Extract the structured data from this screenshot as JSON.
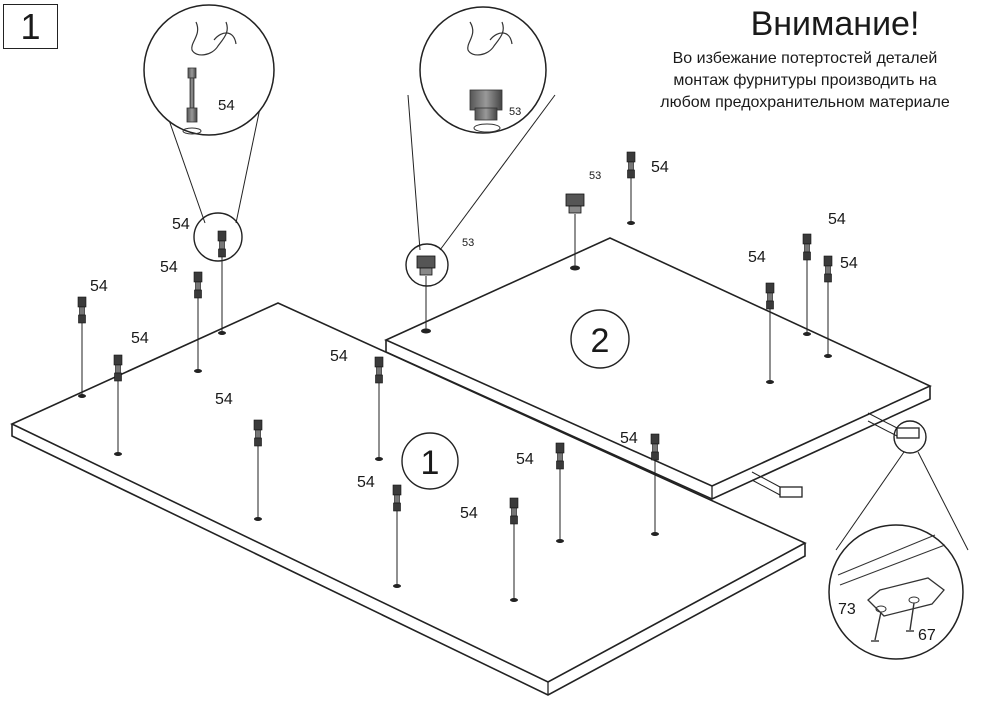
{
  "step_number": "1",
  "warning": {
    "title": "Внимание!",
    "lines": [
      "Во избежание потертостей деталей",
      "монтаж фурнитуры производить на",
      "любом предохранительном материале"
    ]
  },
  "panels": [
    {
      "label": "1"
    },
    {
      "label": "2"
    }
  ],
  "part_labels": {
    "dowel": "54",
    "cam": "53",
    "bracket": "73",
    "screw": "67"
  }
}
